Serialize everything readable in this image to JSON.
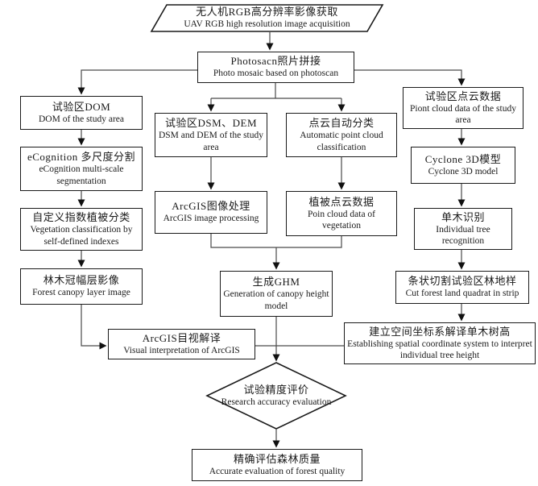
{
  "title": "UAV forest quality evaluation workflow",
  "colors": {
    "border": "#1a1a1a",
    "line": "#4a4a4a",
    "background": "#ffffff",
    "text": "#1a1a1a"
  },
  "nodes": {
    "acquisition": {
      "zh": "无人机RGB高分辨率影像获取",
      "en": "UAV RGB high resolution image acquisition"
    },
    "photoscan": {
      "zh": "Photosacn照片拼接",
      "en": "Photo mosaic based on photoscan"
    },
    "dom": {
      "zh": "试验区DOM",
      "en": "DOM of the study area"
    },
    "ecognition": {
      "zh": "eCognition 多尺度分割",
      "en": "eCognition multi-scale segmentation"
    },
    "veg_class": {
      "zh": "自定义指数植被分类",
      "en": "Vegetation classification by self-defined indexes"
    },
    "canopy_image": {
      "zh": "林木冠幅层影像",
      "en": "Forest canopy layer image"
    },
    "dsm_dem": {
      "zh": "试验区DSM、DEM",
      "en": "DSM and DEM of the study area"
    },
    "arcgis_processing": {
      "zh": "ArcGIS图像处理",
      "en": "ArcGIS image processing"
    },
    "point_class": {
      "zh": "点云自动分类",
      "en": "Automatic point cloud classification"
    },
    "veg_points": {
      "zh": "植被点云数据",
      "en": "Poin cloud data of vegetation"
    },
    "study_points": {
      "zh": "试验区点云数据",
      "en": "Piont cloud data of the study area"
    },
    "cyclone": {
      "zh": "Cyclone 3D模型",
      "en": "Cyclone 3D model"
    },
    "tree_recognition": {
      "zh": "单木识别",
      "en": "Individual tree recognition"
    },
    "strip_cut": {
      "zh": "条状切割试验区林地样",
      "en": "Cut forest land quadrat in strip"
    },
    "ghm": {
      "zh": "生成GHM",
      "en": "Generation of canopy height model"
    },
    "visual_interp": {
      "zh": "ArcGIS目视解译",
      "en": "Visual interpretation of ArcGIS"
    },
    "coord_system": {
      "zh": "建立空间坐标系解译单木树高",
      "en": "Establishing spatial coordinate system to interpret individual tree height"
    },
    "accuracy_eval": {
      "zh": "试验精度评价",
      "en": "Research accuracy evaluation"
    },
    "final_eval": {
      "zh": "精确评估森林质量",
      "en": "Accurate evaluation of forest quality"
    }
  },
  "edges": [
    {
      "from": "acquisition",
      "to": "photoscan"
    },
    {
      "from": "photoscan",
      "to": "dom"
    },
    {
      "from": "photoscan",
      "to": "dsm_dem"
    },
    {
      "from": "photoscan",
      "to": "point_class"
    },
    {
      "from": "photoscan",
      "to": "study_points"
    },
    {
      "from": "dom",
      "to": "ecognition"
    },
    {
      "from": "ecognition",
      "to": "veg_class"
    },
    {
      "from": "veg_class",
      "to": "canopy_image"
    },
    {
      "from": "canopy_image",
      "to": "visual_interp"
    },
    {
      "from": "dsm_dem",
      "to": "arcgis_processing"
    },
    {
      "from": "point_class",
      "to": "veg_points"
    },
    {
      "from": "arcgis_processing",
      "to": "ghm"
    },
    {
      "from": "veg_points",
      "to": "ghm"
    },
    {
      "from": "study_points",
      "to": "cyclone"
    },
    {
      "from": "cyclone",
      "to": "tree_recognition"
    },
    {
      "from": "tree_recognition",
      "to": "strip_cut"
    },
    {
      "from": "strip_cut",
      "to": "coord_system"
    },
    {
      "from": "visual_interp",
      "to": "coord_system"
    },
    {
      "from": "ghm",
      "to": "accuracy_eval"
    },
    {
      "from": "accuracy_eval",
      "to": "final_eval"
    }
  ]
}
